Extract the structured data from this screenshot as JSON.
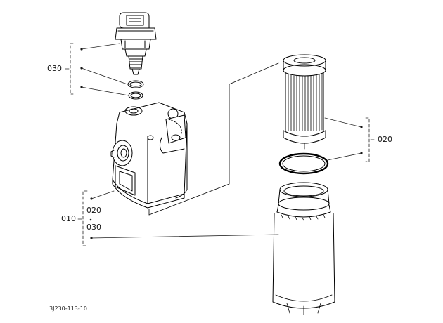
{
  "callouts": {
    "sensor_group": "030",
    "filter_group": "020",
    "housing_group": "010",
    "housing_sub_a": "020",
    "housing_sub_b": "030"
  },
  "figure_ref": "3J230-113-10",
  "colors": {
    "line": "#000000",
    "background": "#ffffff",
    "leader": "#222222"
  }
}
